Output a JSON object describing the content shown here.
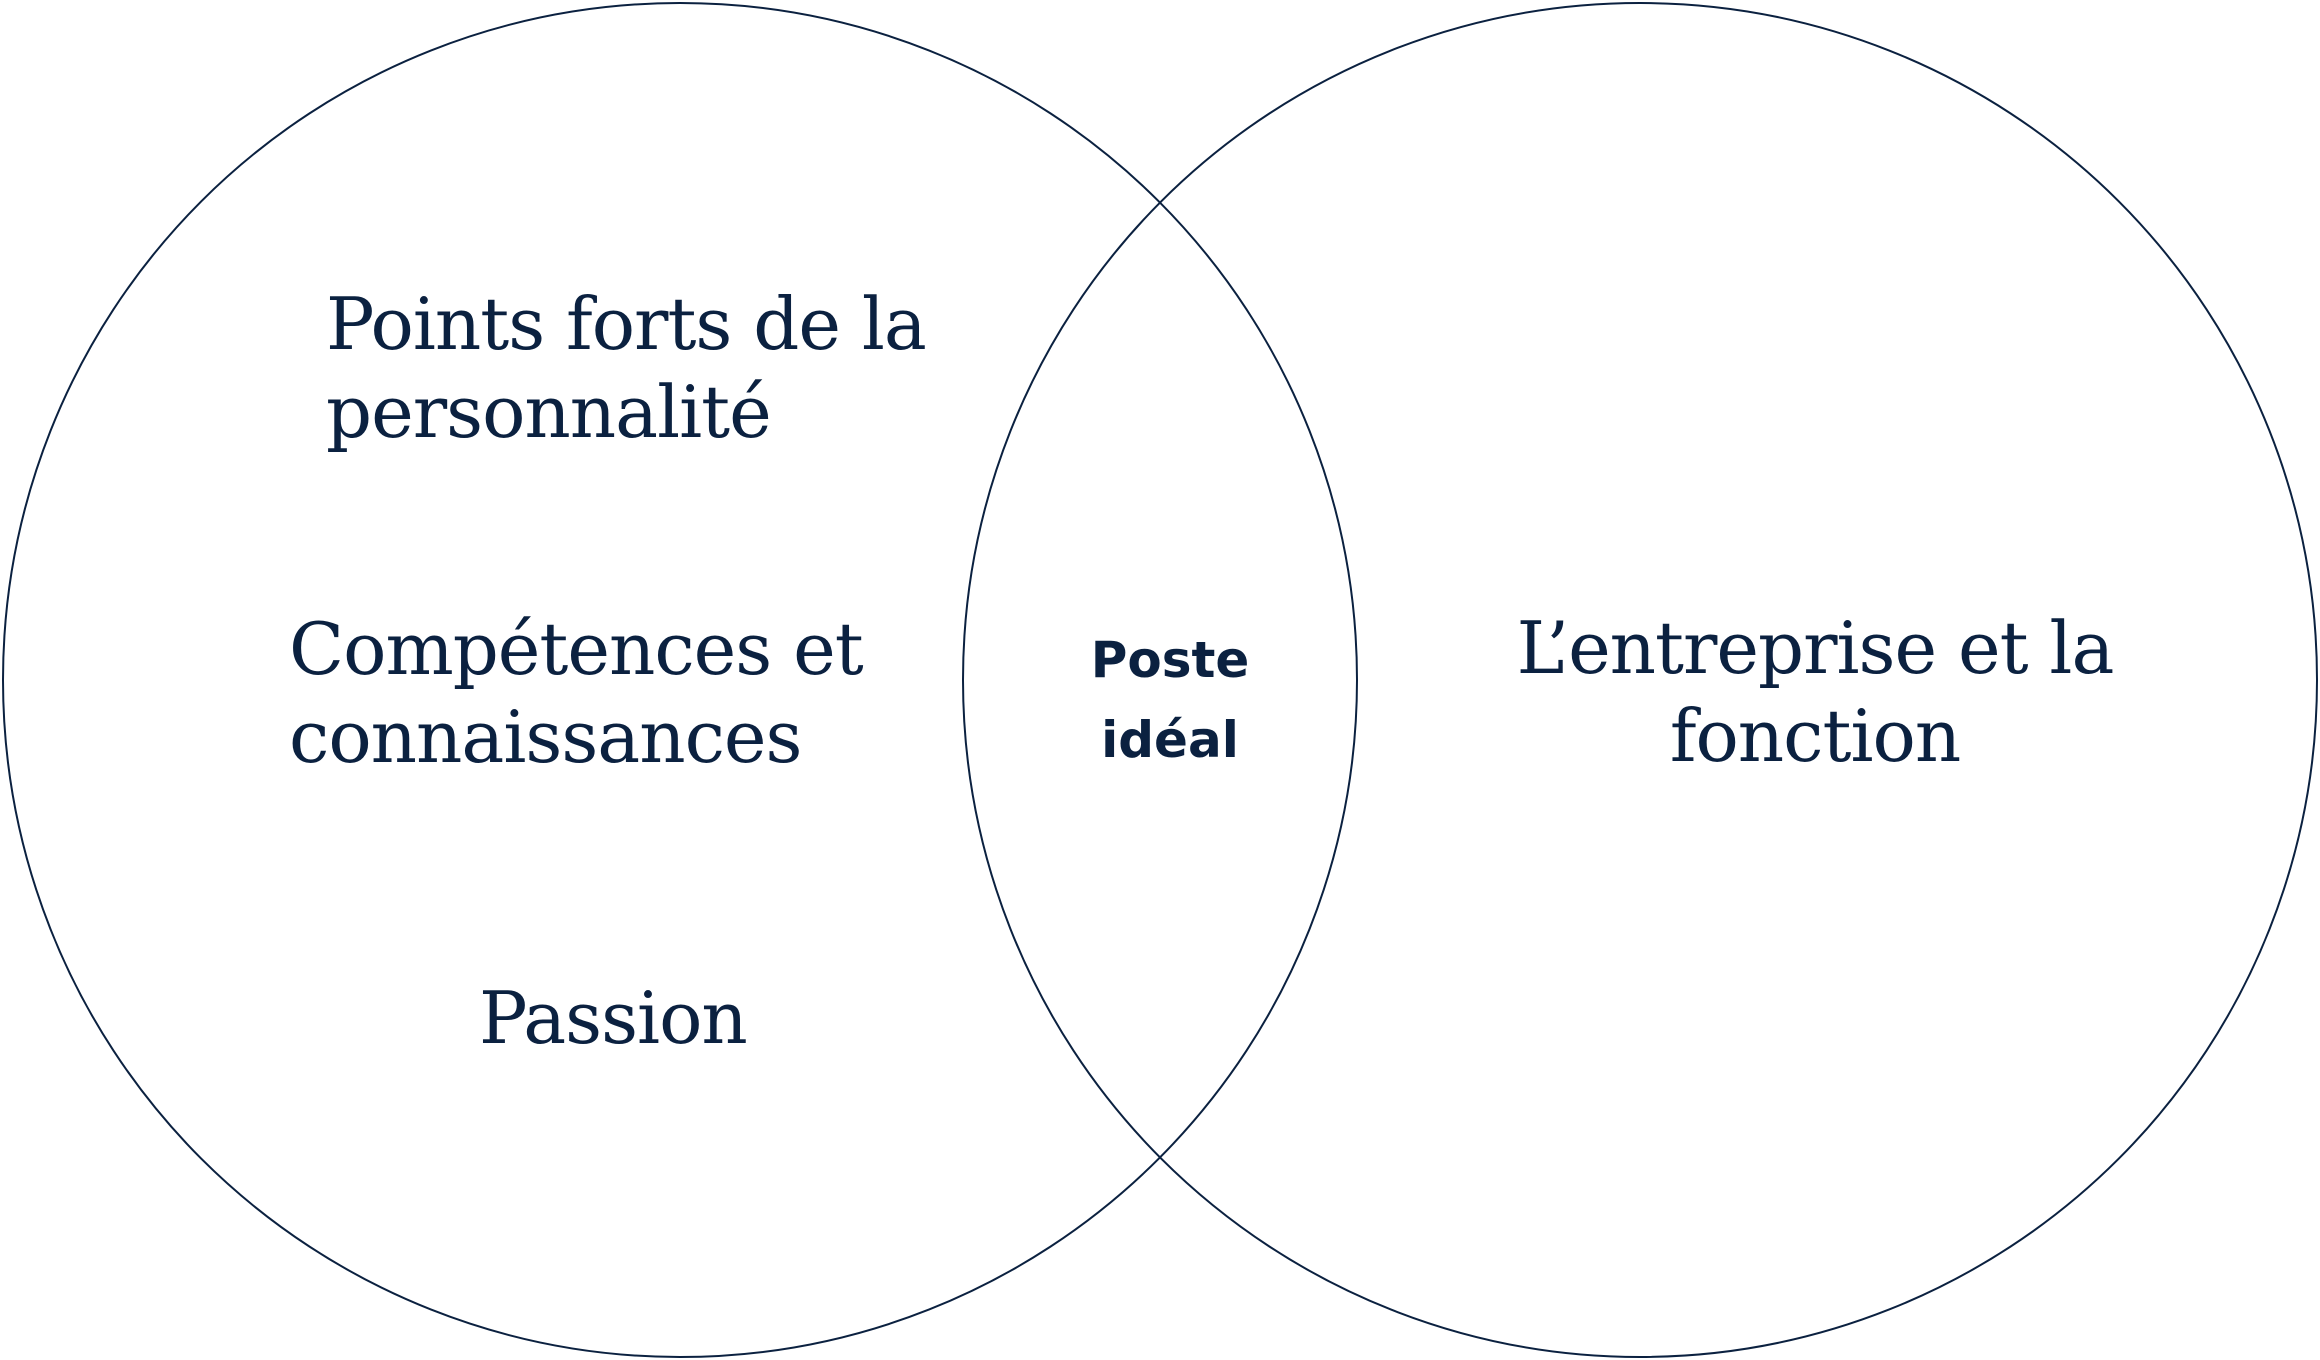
{
  "diagram": {
    "type": "venn",
    "stroke_color": "#0b2140",
    "text_color": "#0b2140",
    "left_circle": {
      "labels": [
        {
          "lines": [
            "Points forts de la",
            "personnalité"
          ]
        },
        {
          "lines": [
            "Compétences et",
            "connaissances"
          ]
        },
        {
          "lines": [
            "Passion"
          ]
        }
      ]
    },
    "right_circle": {
      "labels": [
        {
          "lines": [
            "L’entreprise et la",
            "fonction"
          ]
        }
      ]
    },
    "intersection": {
      "lines": [
        "Poste",
        "idéal"
      ]
    }
  }
}
